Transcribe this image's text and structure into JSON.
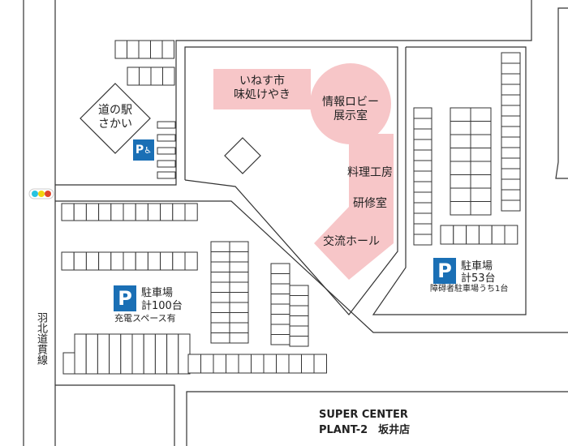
{
  "road": {
    "label": "羽北道貫線"
  },
  "michi_no_eki": {
    "line1": "道の駅",
    "line2": "さかい"
  },
  "facilities": {
    "inesu": {
      "line1": "いねす市",
      "line2": "味処けやき"
    },
    "lobby": {
      "line1": "情報ロビー",
      "line2": "展示室"
    },
    "kitchen": "料理工房",
    "training": "研修室",
    "hall": "交流ホール"
  },
  "parking_left": {
    "icon": "P",
    "title": "駐車場",
    "count": "計100台",
    "note": "充電スペース有"
  },
  "parking_right": {
    "icon": "P",
    "title": "駐車場",
    "count": "計53台",
    "note": "障碍者駐車場うち1台"
  },
  "accessible_icon": "P",
  "store": {
    "line1": "SUPER CENTER",
    "line2": "PLANT-2　坂井店"
  },
  "colors": {
    "building": "#f7c6c8",
    "parking_sign": "#1a6fb5",
    "line": "#333333"
  }
}
